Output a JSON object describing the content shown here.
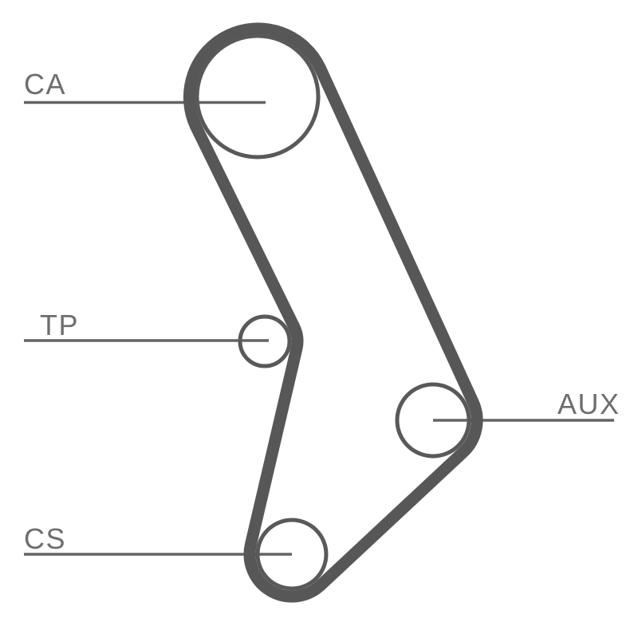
{
  "diagram": {
    "kind": "timing-belt-routing-diagram",
    "pulleys": [
      {
        "id": "ca",
        "label": "CA"
      },
      {
        "id": "tp",
        "label": "TP"
      },
      {
        "id": "aux",
        "label": "AUX"
      },
      {
        "id": "cs",
        "label": "CS"
      }
    ]
  },
  "colors": {
    "background": "#ffffff",
    "belt": "#575757",
    "pulley_outline": "#595959",
    "leader_line": "#646464",
    "label_text": "#6e6e6e"
  }
}
